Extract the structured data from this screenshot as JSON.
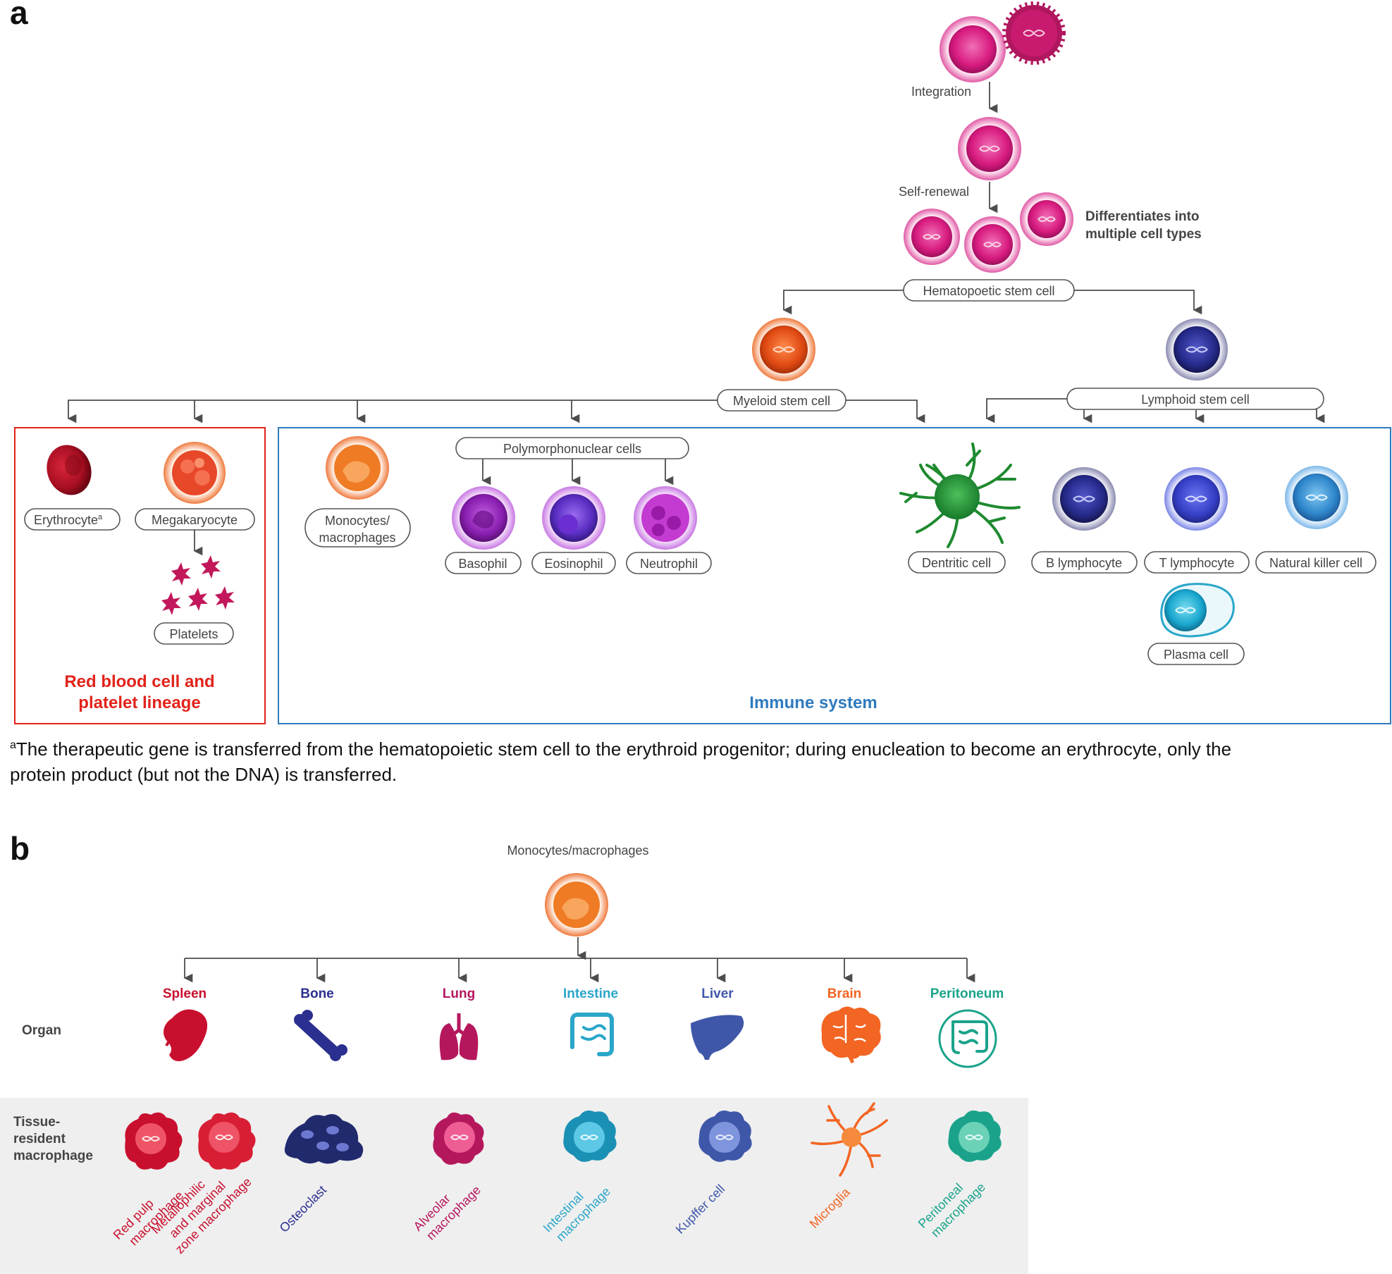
{
  "panel_a": {
    "letter": "a",
    "integration_label": "Integration",
    "self_renewal_label": "Self-renewal",
    "differentiates_line1": "Differentiates into",
    "differentiates_line2": "multiple cell types",
    "hsc_label": "Hematopoetic stem cell",
    "myeloid_label": "Myeloid stem cell",
    "lymphoid_label": "Lymphoid stem cell",
    "erythrocyte_label": "Erythrocyte",
    "erythrocyte_sup": "a",
    "megakaryocyte_label": "Megakaryocyte",
    "platelets_label": "Platelets",
    "monocytes_line1": "Monocytes/",
    "monocytes_line2": "macrophages",
    "polymorphonuclear_label": "Polymorphonuclear cells",
    "basophil_label": "Basophil",
    "eosinophil_label": "Eosinophil",
    "neutrophil_label": "Neutrophil",
    "dendritic_label": "Dentritic cell",
    "b_lymphocyte_label": "B lymphocyte",
    "t_lymphocyte_label": "T lymphocyte",
    "nk_label": "Natural killer cell",
    "plasma_label": "Plasma cell",
    "rbc_box_title_line1": "Red blood cell and",
    "rbc_box_title_line2": "platelet lineage",
    "immune_box_title": "Immune system",
    "footnote_sup": "a",
    "footnote_line1": "The therapeutic gene is transferred from the hematopoietic stem cell to the erythroid progenitor; during enucleation to become an erythrocyte, only the",
    "footnote_line2": "protein product (but not the DNA) is transferred."
  },
  "panel_b": {
    "letter": "b",
    "root_label": "Monocytes/macrophages",
    "organ_row_label": "Organ",
    "tissue_row_label_line1": "Tissue-",
    "tissue_row_label_line2": "resident",
    "tissue_row_label_line3": "macrophage",
    "organs": [
      {
        "name": "Spleen",
        "color": "#c8102e",
        "icon": "spleen-icon"
      },
      {
        "name": "Bone",
        "color": "#2b2f8f",
        "icon": "bone-icon"
      },
      {
        "name": "Lung",
        "color": "#b5175d",
        "icon": "lungs-icon"
      },
      {
        "name": "Intestine",
        "color": "#2aa6c9",
        "icon": "intestine-icon"
      },
      {
        "name": "Liver",
        "color": "#3f57a8",
        "icon": "liver-icon"
      },
      {
        "name": "Brain",
        "color": "#f26522",
        "icon": "brain-icon"
      },
      {
        "name": "Peritoneum",
        "color": "#1aa38a",
        "icon": "peritoneum-icon"
      }
    ],
    "macrophages": {
      "red_pulp_line1": "Red pulp",
      "red_pulp_line2": "macrophage",
      "metallophilic_line1": "Metallophilic",
      "metallophilic_line2": "and marginal",
      "metallophilic_line3": "zone macrophage",
      "osteoclast": "Osteoclast",
      "alveolar_line1": "Alveolar",
      "alveolar_line2": "macrophage",
      "intestinal_line1": "Intestinal",
      "intestinal_line2": "macrophage",
      "kupffer": "Kupffer cell",
      "microglia": "Microglia",
      "peritoneal_line1": "Peritoneal",
      "peritoneal_line2": "macrophage"
    }
  },
  "colors": {
    "rbc_box": "#e2231a",
    "immune_box": "#2f7bbf",
    "tissue_band": "#efefef"
  }
}
